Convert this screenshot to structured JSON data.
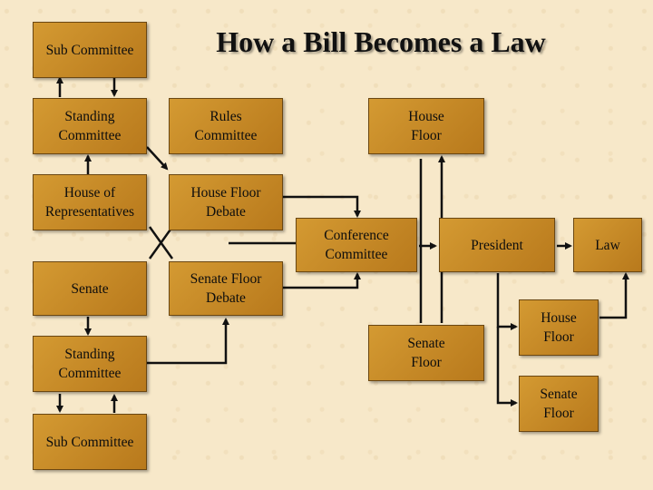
{
  "title": "How a Bill Becomes a Law",
  "boxes": {
    "sub_committee_top": "Sub Committee",
    "standing_committee_top": "Standing\nCommittee",
    "house_of_representatives": "House of\nRepresentatives",
    "rules_committee": "Rules\nCommittee",
    "house_floor_debate": "House Floor\nDebate",
    "house_floor": "House\nFloor",
    "conference_committee": "Conference\nCommittee",
    "president": "President",
    "law": "Law",
    "senate": "Senate",
    "senate_floor_debate": "Senate Floor\nDebate",
    "standing_committee_bottom": "Standing\nCommittee",
    "sub_committee_bottom": "Sub Committee",
    "senate_floor_mid": "Senate\nFloor",
    "house_floor_veto": "House\nFloor",
    "senate_floor_veto": "Senate\nFloor"
  }
}
